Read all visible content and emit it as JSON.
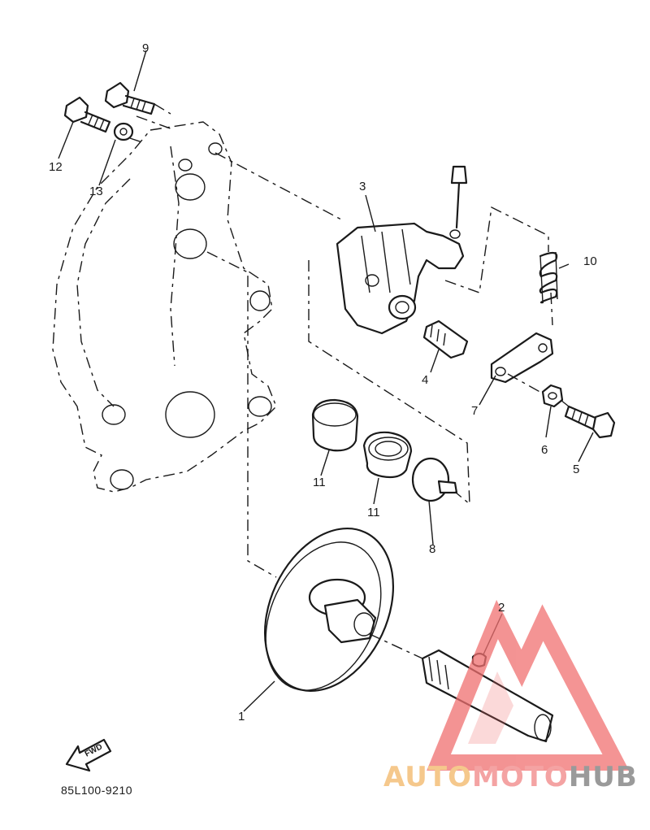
{
  "callouts": [
    "1",
    "2",
    "3",
    "4",
    "5",
    "6",
    "7",
    "8",
    "9",
    "10",
    "11",
    "11",
    "12",
    "13"
  ],
  "diagram_code": "85L100-9210",
  "fwd_label": "FWD",
  "watermark": {
    "part1": "AUTO",
    "part2": "MOTO",
    "part3": "HUB"
  },
  "colors": {
    "line": "#1a1a1a",
    "watermark_red": "#f07070",
    "watermark_orange": "#f5c88c",
    "watermark_gray": "#9a9a9a"
  }
}
